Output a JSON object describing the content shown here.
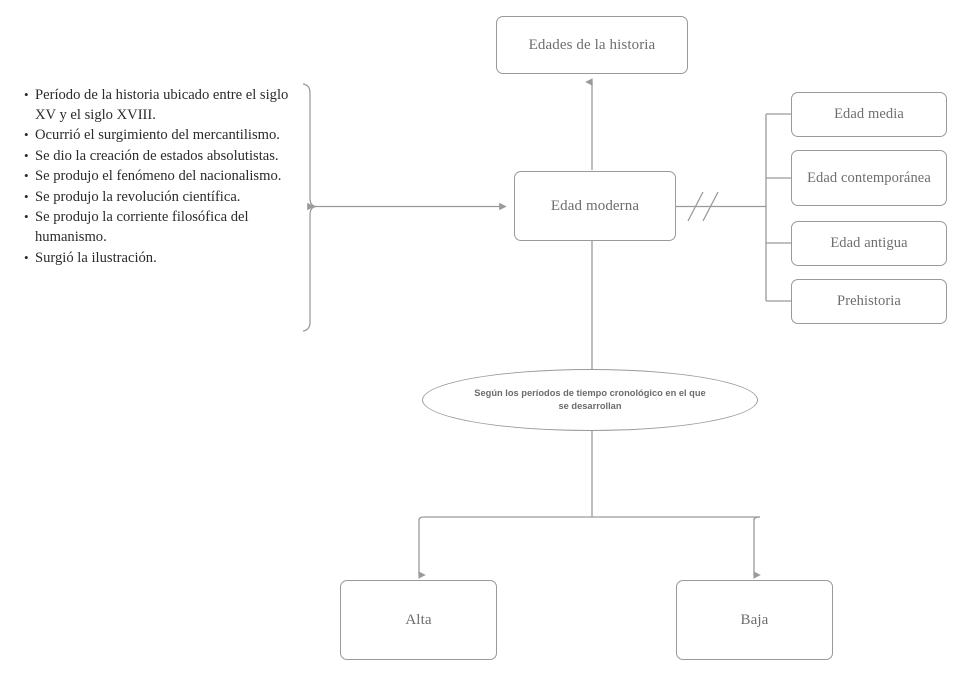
{
  "diagram": {
    "title_node": {
      "label": "Edades de la historia"
    },
    "center_node": {
      "label": "Edad moderna"
    },
    "details": {
      "bullets": [
        "Período de la historia ubicado entre el siglo XV y el siglo XVIII.",
        "Ocurrió el surgimiento del mercantilismo.",
        "Se dio la creación de estados absolutistas.",
        "Se produjo el fenómeno del nacionalismo.",
        "Se produjo la revolución científica.",
        "Se produjo la corriente filosófica del humanismo.",
        "Surgió la ilustración."
      ]
    },
    "other_ages": [
      {
        "label": "Edad media"
      },
      {
        "label": "Edad contemporánea"
      },
      {
        "label": "Edad antigua"
      },
      {
        "label": "Prehistoria"
      }
    ],
    "criterion_node": {
      "label": "Según los períodos de tiempo cronológico en el que se desarrollan"
    },
    "subdivisions": [
      {
        "label": "Alta"
      },
      {
        "label": "Baja"
      }
    ],
    "colors": {
      "stroke": "#9a9a9a",
      "node_text": "#6e6e6e",
      "bullet_text": "#2b2b2b",
      "background": "#ffffff"
    }
  }
}
